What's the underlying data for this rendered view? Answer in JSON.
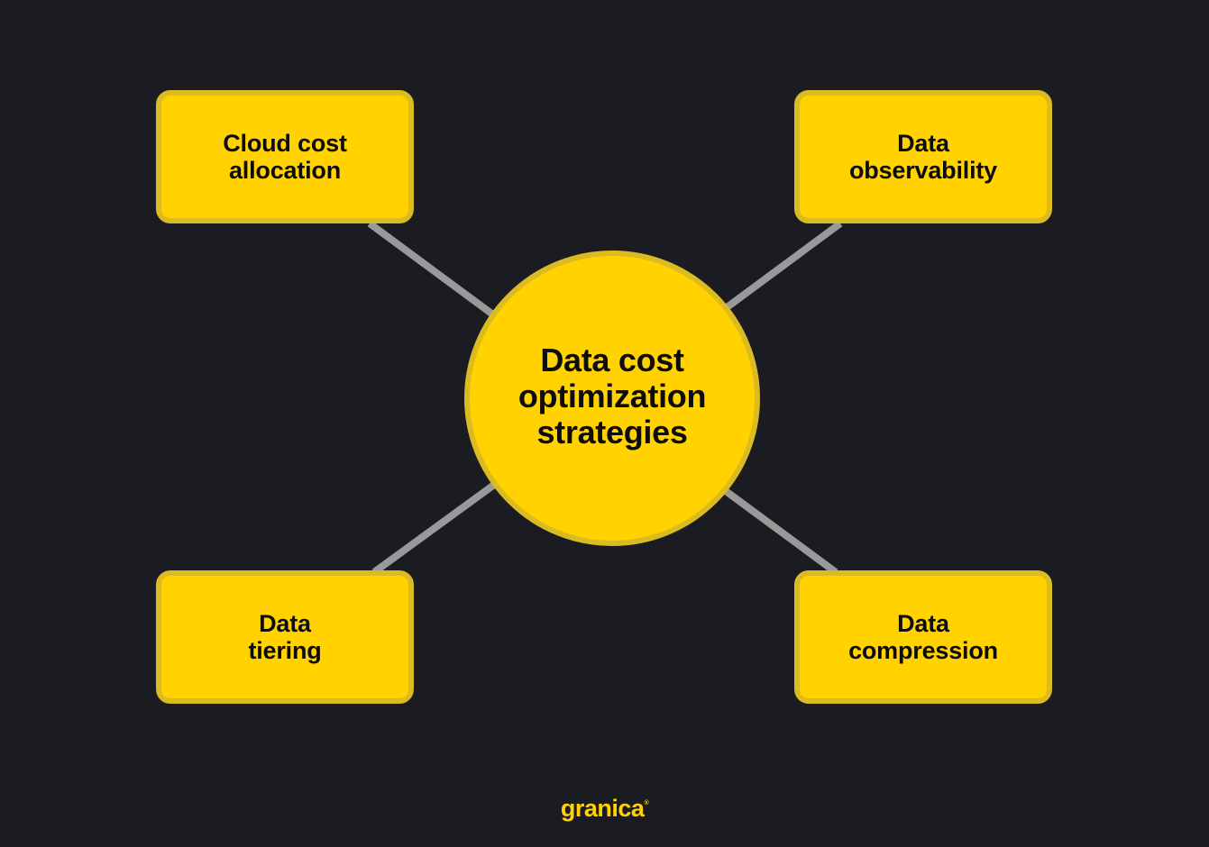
{
  "diagram": {
    "title": "Data cost optimization strategies",
    "center": {
      "label": "Data cost\noptimization\nstrategies"
    },
    "nodes": [
      {
        "id": "top-left",
        "label": "Cloud cost\nallocation"
      },
      {
        "id": "top-right",
        "label": "Data\nobservability"
      },
      {
        "id": "bottom-left",
        "label": "Data\ntiering"
      },
      {
        "id": "bottom-right",
        "label": "Data\ncompression"
      }
    ],
    "edges": [
      {
        "from": "center",
        "to": "top-left"
      },
      {
        "from": "center",
        "to": "top-right"
      },
      {
        "from": "center",
        "to": "bottom-left"
      },
      {
        "from": "center",
        "to": "bottom-right"
      }
    ]
  },
  "brand": {
    "logo_text": "granica",
    "logo_mark": "®"
  },
  "colors": {
    "background": "#1b1c21",
    "node_fill": "#ffd200",
    "node_border": "#dcbb22",
    "connector": "#999999",
    "text": "#0c0c0c",
    "logo": "#ffd200"
  }
}
